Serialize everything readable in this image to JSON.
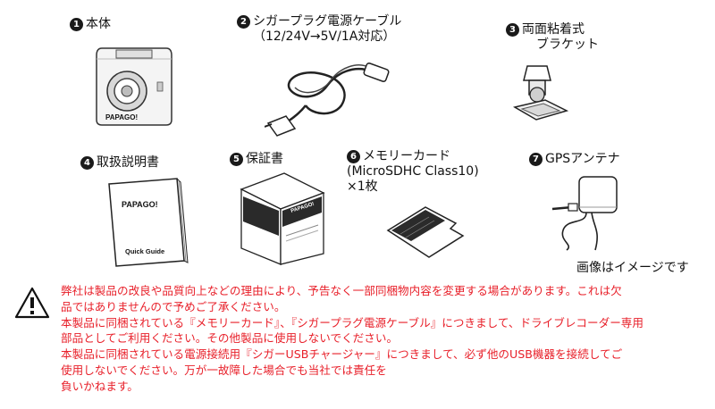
{
  "items": [
    {
      "number": "1",
      "lines": [
        "本体"
      ]
    },
    {
      "number": "2",
      "lines": [
        "シガープラグ電源ケーブル",
        "（12/24V→5V/1A対応）"
      ]
    },
    {
      "number": "3",
      "lines": [
        "両面粘着式",
        "ブラケット"
      ]
    },
    {
      "number": "4",
      "lines": [
        "取扱説明書"
      ]
    },
    {
      "number": "5",
      "lines": [
        "保証書"
      ]
    },
    {
      "number": "6",
      "lines": [
        "メモリーカード",
        "(MicroSDHC Class10)",
        "×1枚"
      ]
    },
    {
      "number": "7",
      "lines": [
        "GPSアンテナ"
      ]
    }
  ],
  "product_logo": "PAPAGO!",
  "manual": {
    "brand": "PAPAGO!",
    "title": "Quick Guide"
  },
  "warranty": {
    "brand": "PAPAGO!"
  },
  "image_note": "画像はイメージです",
  "warning": {
    "icon": "warning-triangle-icon",
    "color": "#e8202a",
    "lines": [
      "弊社は製品の改良や品質向上などの理由により、予告なく一部同梱物内容を変更する場合があります。これは欠",
      "品ではありませんので予めご了承ください。",
      "本製品に同梱されている『メモリーカード』、『シガープラグ電源ケーブル』につきまして、ドライブレコーダー専用",
      "部品としてご利用ください。その他製品に使用しないでください。",
      "本製品に同梱されている電源接続用『シガーUSBチャージャー』につきまして、必ず他のUSB機器を接続してご",
      "使用しないでください。万が一故障した場合でも当社では責任を",
      "負いかねます。"
    ]
  }
}
